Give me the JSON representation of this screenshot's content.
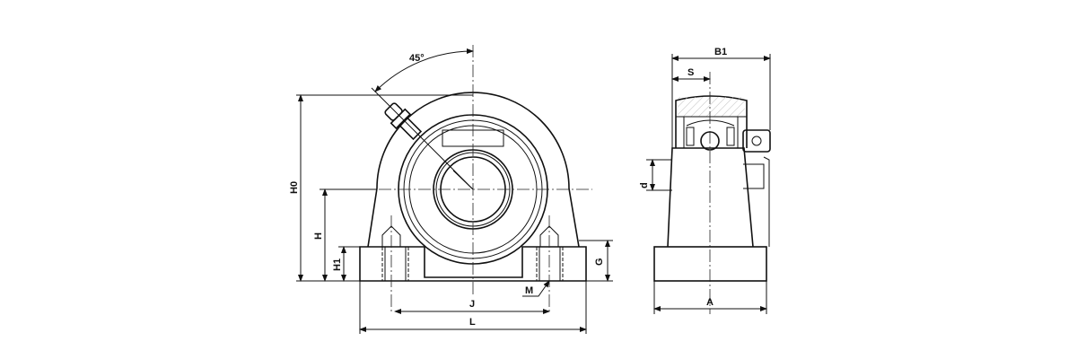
{
  "front_view": {
    "angle_label": "45°",
    "dims": {
      "H0": "H0",
      "H": "H",
      "H1": "H1",
      "G": "G",
      "J": "J",
      "L": "L",
      "M": "M"
    }
  },
  "side_view": {
    "dims": {
      "B1": "B1",
      "S": "S",
      "d": "d",
      "A": "A"
    }
  }
}
